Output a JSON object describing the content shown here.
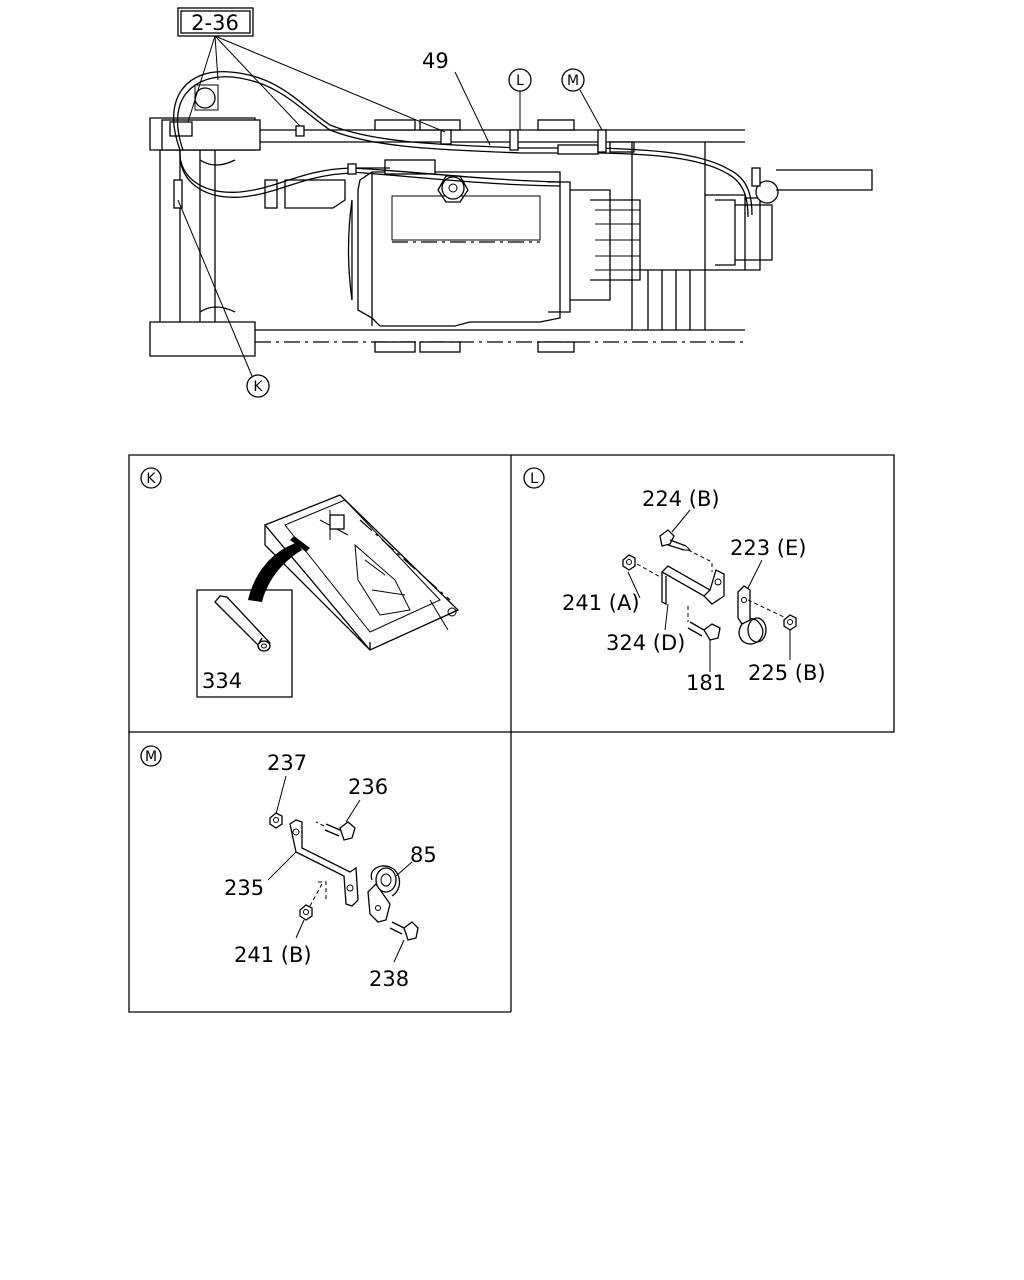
{
  "main_view": {
    "ref_box": "2-36",
    "cable_label": "49",
    "callout_L": "L",
    "callout_M": "M",
    "callout_K": "K"
  },
  "detail_K": {
    "badge": "K",
    "part": "334"
  },
  "detail_L": {
    "badge": "L",
    "parts": {
      "p224": "224 (B)",
      "p223": "223 (E)",
      "p241": "241 (A)",
      "p324": "324 (D)",
      "p181": "181",
      "p225": "225 (B)"
    }
  },
  "detail_M": {
    "badge": "M",
    "parts": {
      "p237": "237",
      "p236": "236",
      "p85": "85",
      "p235": "235",
      "p241": "241 (B)",
      "p238": "238"
    }
  }
}
